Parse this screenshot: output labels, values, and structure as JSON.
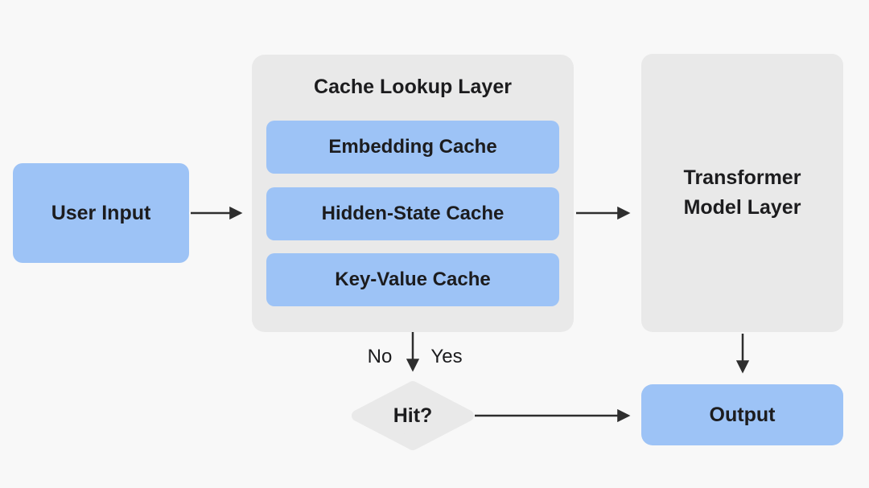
{
  "diagram": {
    "nodes": {
      "user_input": {
        "label": "User Input"
      },
      "cache_layer": {
        "title": "Cache Lookup Layer",
        "items": [
          {
            "label": "Embedding Cache"
          },
          {
            "label": "Hidden-State Cache"
          },
          {
            "label": "Key-Value Cache"
          }
        ]
      },
      "transformer": {
        "label": "Transformer Model Layer"
      },
      "decision": {
        "label": "Hit?"
      },
      "output": {
        "label": "Output"
      }
    },
    "edges": {
      "no_label": "No",
      "yes_label": "Yes"
    },
    "colors": {
      "node_blue": "#9DC3F6",
      "container_gray": "#E9E9E9",
      "background": "#F8F8F8",
      "arrow": "#2E2E2E",
      "text": "#1C1C1E"
    }
  }
}
